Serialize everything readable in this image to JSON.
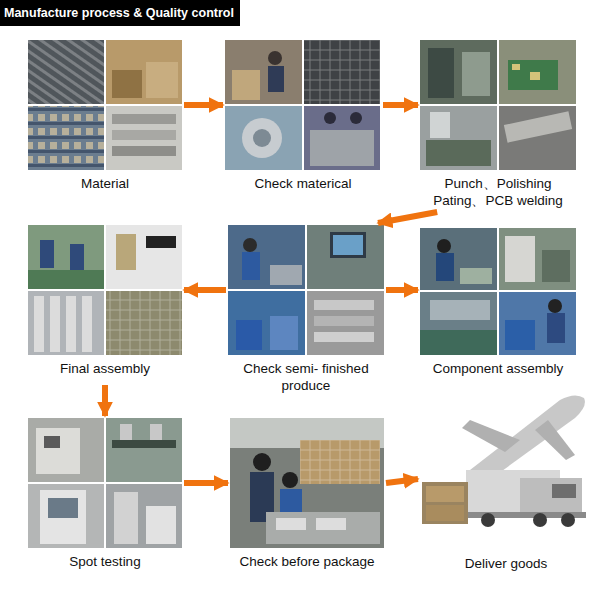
{
  "diagram": {
    "title": "Manufacture process & Quality control",
    "nodes": [
      {
        "text": [
          "Material"
        ]
      },
      {
        "text": [
          "Check materical"
        ]
      },
      {
        "text": [
          "Punch、Polishing Pating、PCB welding"
        ]
      },
      {
        "text": [
          "Final assembly"
        ]
      },
      {
        "text": [
          "Check semi- finished produce"
        ]
      },
      {
        "text": [
          "Component assembly"
        ]
      },
      {
        "text": [
          "Spot testing"
        ]
      },
      {
        "text": [
          "Check before package"
        ]
      },
      {
        "text": [
          "Deliver goods"
        ]
      }
    ],
    "edges": [
      {
        "from": 0,
        "to": 1,
        "arrow": "to"
      },
      {
        "from": 1,
        "to": 2,
        "arrow": "to"
      },
      {
        "from": 2,
        "to": 4,
        "arrow": "to"
      },
      {
        "from": 4,
        "to": 3,
        "arrow": "to"
      },
      {
        "from": 4,
        "to": 5,
        "arrow": "to"
      },
      {
        "from": 3,
        "to": 6,
        "arrow": "to"
      },
      {
        "from": 6,
        "to": 7,
        "arrow": "to"
      },
      {
        "from": 7,
        "to": 8,
        "arrow": "to"
      }
    ]
  }
}
